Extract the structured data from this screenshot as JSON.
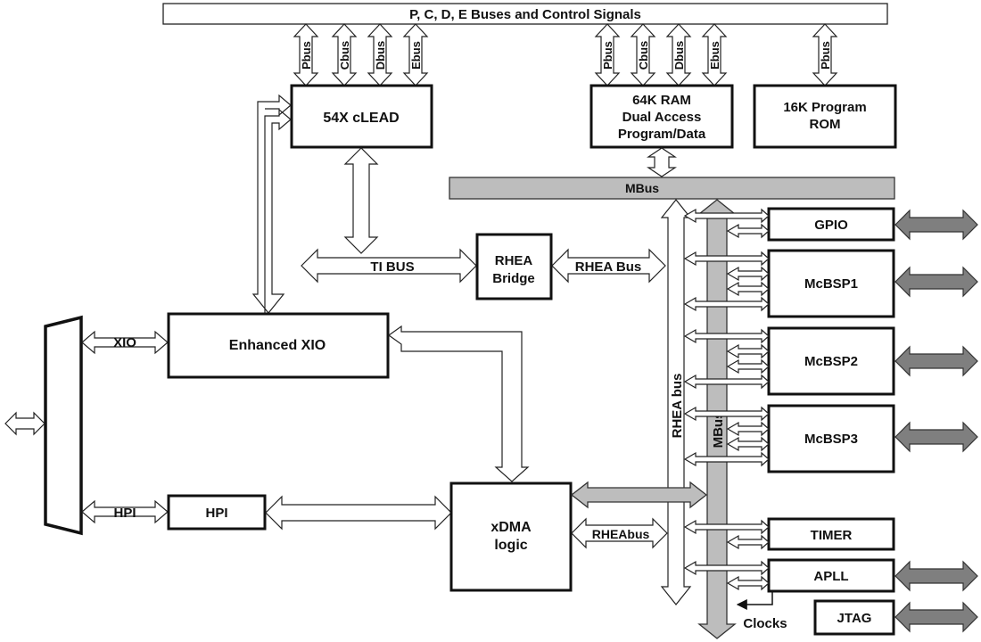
{
  "diagram": {
    "top_bus": "P, C, D, E Buses and Control Signals",
    "cpu_buses": [
      "Pbus",
      "Cbus",
      "Dbus",
      "Ebus"
    ],
    "ram_buses": [
      "Pbus",
      "Cbus",
      "Dbus",
      "Ebus"
    ],
    "rom_bus": "Pbus",
    "cpu": "54X cLEAD",
    "ram": [
      "64K RAM",
      "Dual Access",
      "Program/Data"
    ],
    "rom": [
      "16K Program",
      "ROM"
    ],
    "mbus_horizontal": "MBus",
    "ti_bus": "TI BUS",
    "rhea_bridge": [
      "RHEA",
      "Bridge"
    ],
    "rhea_bus_label": "RHEA Bus",
    "xio_label": "XIO",
    "enhanced_xio": "Enhanced XIO",
    "hpi_label": "HPI",
    "hpi_box": "HPI",
    "xdma": [
      "xDMA",
      "logic"
    ],
    "rhea_bus_short": "RHEAbus",
    "rhea_bus_vertical": "RHEA bus",
    "mbus_vertical": "MBus",
    "peripherals": {
      "gpio": "GPIO",
      "mcbsp1": "McBSP1",
      "mcbsp2": "McBSP2",
      "mcbsp3": "McBSP3",
      "timer": "TIMER",
      "apll": "APLL",
      "jtag": "JTAG"
    },
    "clocks": "Clocks"
  }
}
